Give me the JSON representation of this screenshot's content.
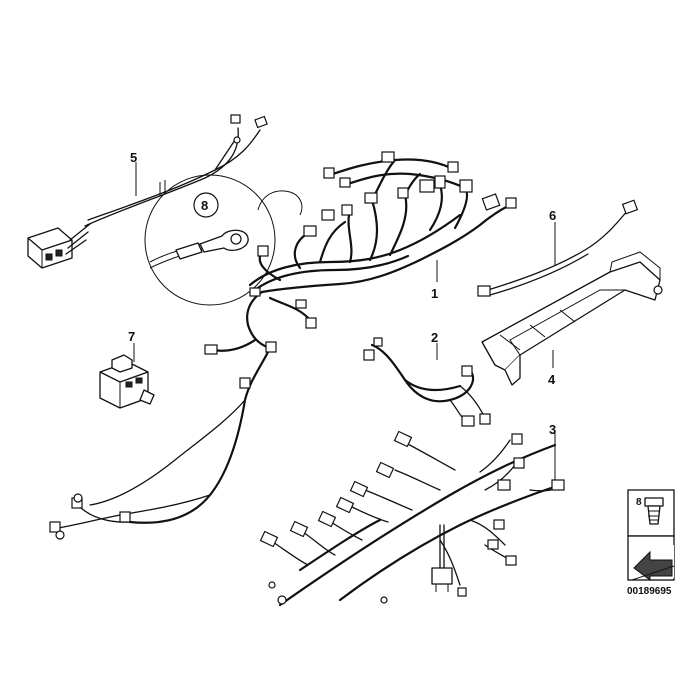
{
  "callouts": {
    "c1": "1",
    "c2": "2",
    "c3": "3",
    "c4": "4",
    "c5": "5",
    "c6": "6",
    "c7": "7",
    "c8": "8"
  },
  "legend": {
    "part_number": "8",
    "diagram_id": "00189695"
  },
  "icons": {
    "ring_terminal": "ring-terminal-icon",
    "screw": "screw-icon",
    "arrow": "arrow-icon"
  }
}
